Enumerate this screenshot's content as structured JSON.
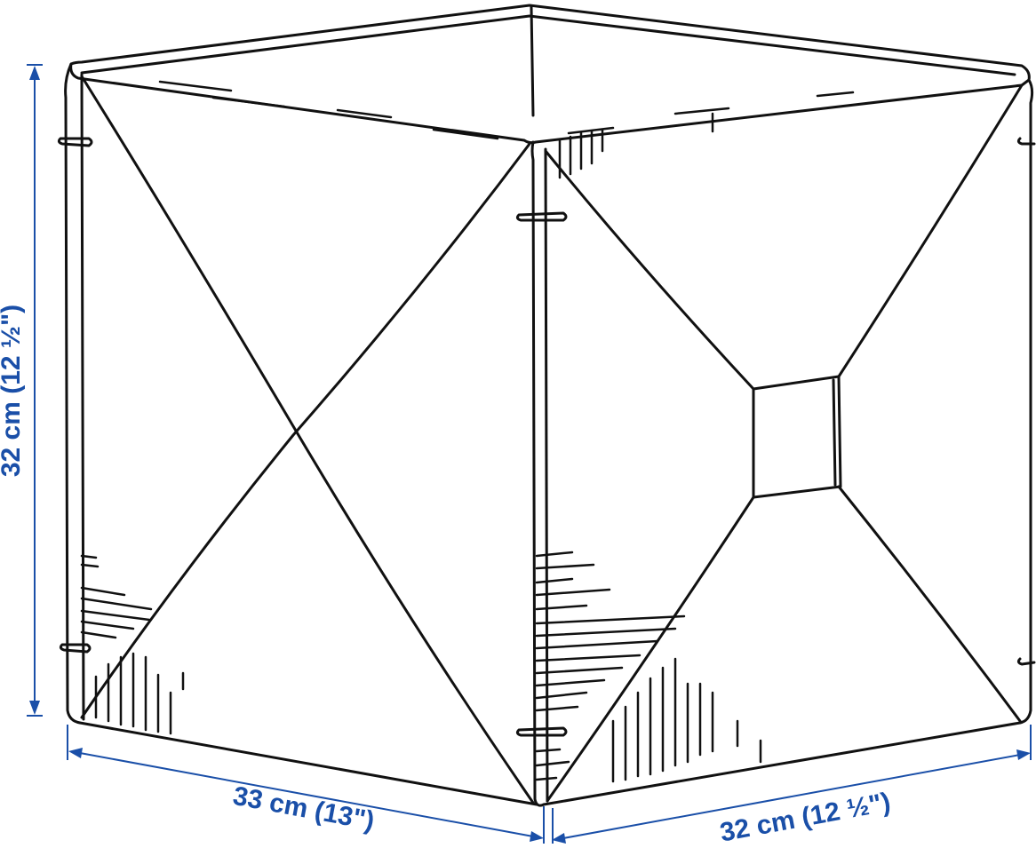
{
  "product_drawing": {
    "subject": "storage-box",
    "stroke_color": "#111111",
    "dimension_color": "#1a4fa8"
  },
  "dimensions": {
    "height_label": "32 cm (12 ½\")",
    "width_label": "33 cm (13\")",
    "depth_label": "32 cm (12 ½\")"
  }
}
